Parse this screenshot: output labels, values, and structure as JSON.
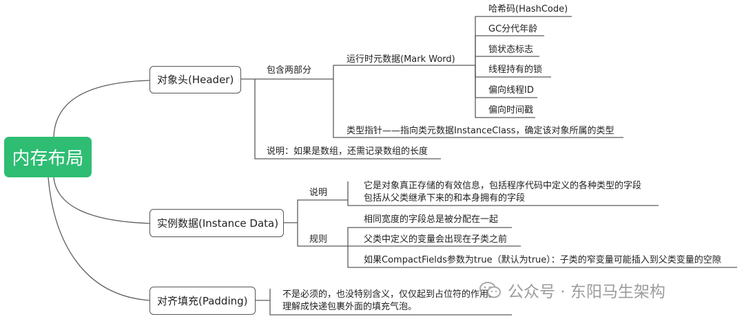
{
  "root": {
    "label": "内存布局"
  },
  "header": {
    "label": "对象头(Header)",
    "contains": "包含两部分",
    "mark_word": {
      "label": "运行时元数据(Mark Word)",
      "items": [
        "哈希码(HashCode)",
        "GC分代年龄",
        "锁状态标志",
        "线程持有的锁",
        "偏向线程ID",
        "偏向时间戳"
      ]
    },
    "type_pointer": "类型指针——指向类元数据InstanceClass，确定该对象所属的类型",
    "note": "说明：如果是数组，还需记录数组的长度"
  },
  "instance_data": {
    "label": "实例数据(Instance Data)",
    "desc_label": "说明",
    "desc_lines": [
      "它是对象真正存储的有效信息，包括程序代码中定义的各种类型的字段",
      "包括从父类继承下来的和本身拥有的字段"
    ],
    "rules_label": "规则",
    "rules": [
      "相同宽度的字段总是被分配在一起",
      "父类中定义的变量会出现在子类之前",
      "如果CompactFields参数为true（默认为true）：子类的窄变量可能插入到父类变量的空隙"
    ]
  },
  "padding": {
    "label": "对齐填充(Padding)",
    "lines": [
      "不是必须的，也没特别含义，仅仅起到占位符的作用。",
      "理解成快递包裹外面的填充气泡。"
    ]
  },
  "watermark": {
    "text": "公众号 · 东阳马生架构",
    "icon": "wechat-icon"
  },
  "colors": {
    "root": "#2ebd73",
    "line": "#555555"
  }
}
